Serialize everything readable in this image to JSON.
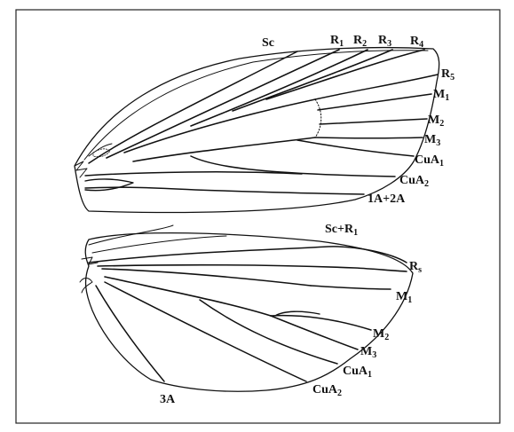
{
  "colors": {
    "line": "#111111",
    "frame": "#222222",
    "background": "#ffffff"
  },
  "forewing": {
    "labels": {
      "sc": "Sc",
      "r1": {
        "base": "R",
        "sub": "1"
      },
      "r2": {
        "base": "R",
        "sub": "2"
      },
      "r3": {
        "base": "R",
        "sub": "3"
      },
      "r4": {
        "base": "R",
        "sub": "4"
      },
      "r5": {
        "base": "R",
        "sub": "5"
      },
      "m1": {
        "base": "M",
        "sub": "1"
      },
      "m2": {
        "base": "M",
        "sub": "2"
      },
      "m3": {
        "base": "M",
        "sub": "3"
      },
      "cua1": {
        "base": "CuA",
        "sub": "1"
      },
      "cua2": {
        "base": "CuA",
        "sub": "2"
      },
      "anal": "1A+2A"
    }
  },
  "hindwing": {
    "labels": {
      "scr1": {
        "base": "Sc+R",
        "sub": "1"
      },
      "rs": {
        "base": "R",
        "sub": "s"
      },
      "m1": {
        "base": "M",
        "sub": "1"
      },
      "m2": {
        "base": "M",
        "sub": "2"
      },
      "m3": {
        "base": "M",
        "sub": "3"
      },
      "cua1": {
        "base": "CuA",
        "sub": "1"
      },
      "cua2": {
        "base": "CuA",
        "sub": "2"
      },
      "anal": "3A"
    }
  }
}
